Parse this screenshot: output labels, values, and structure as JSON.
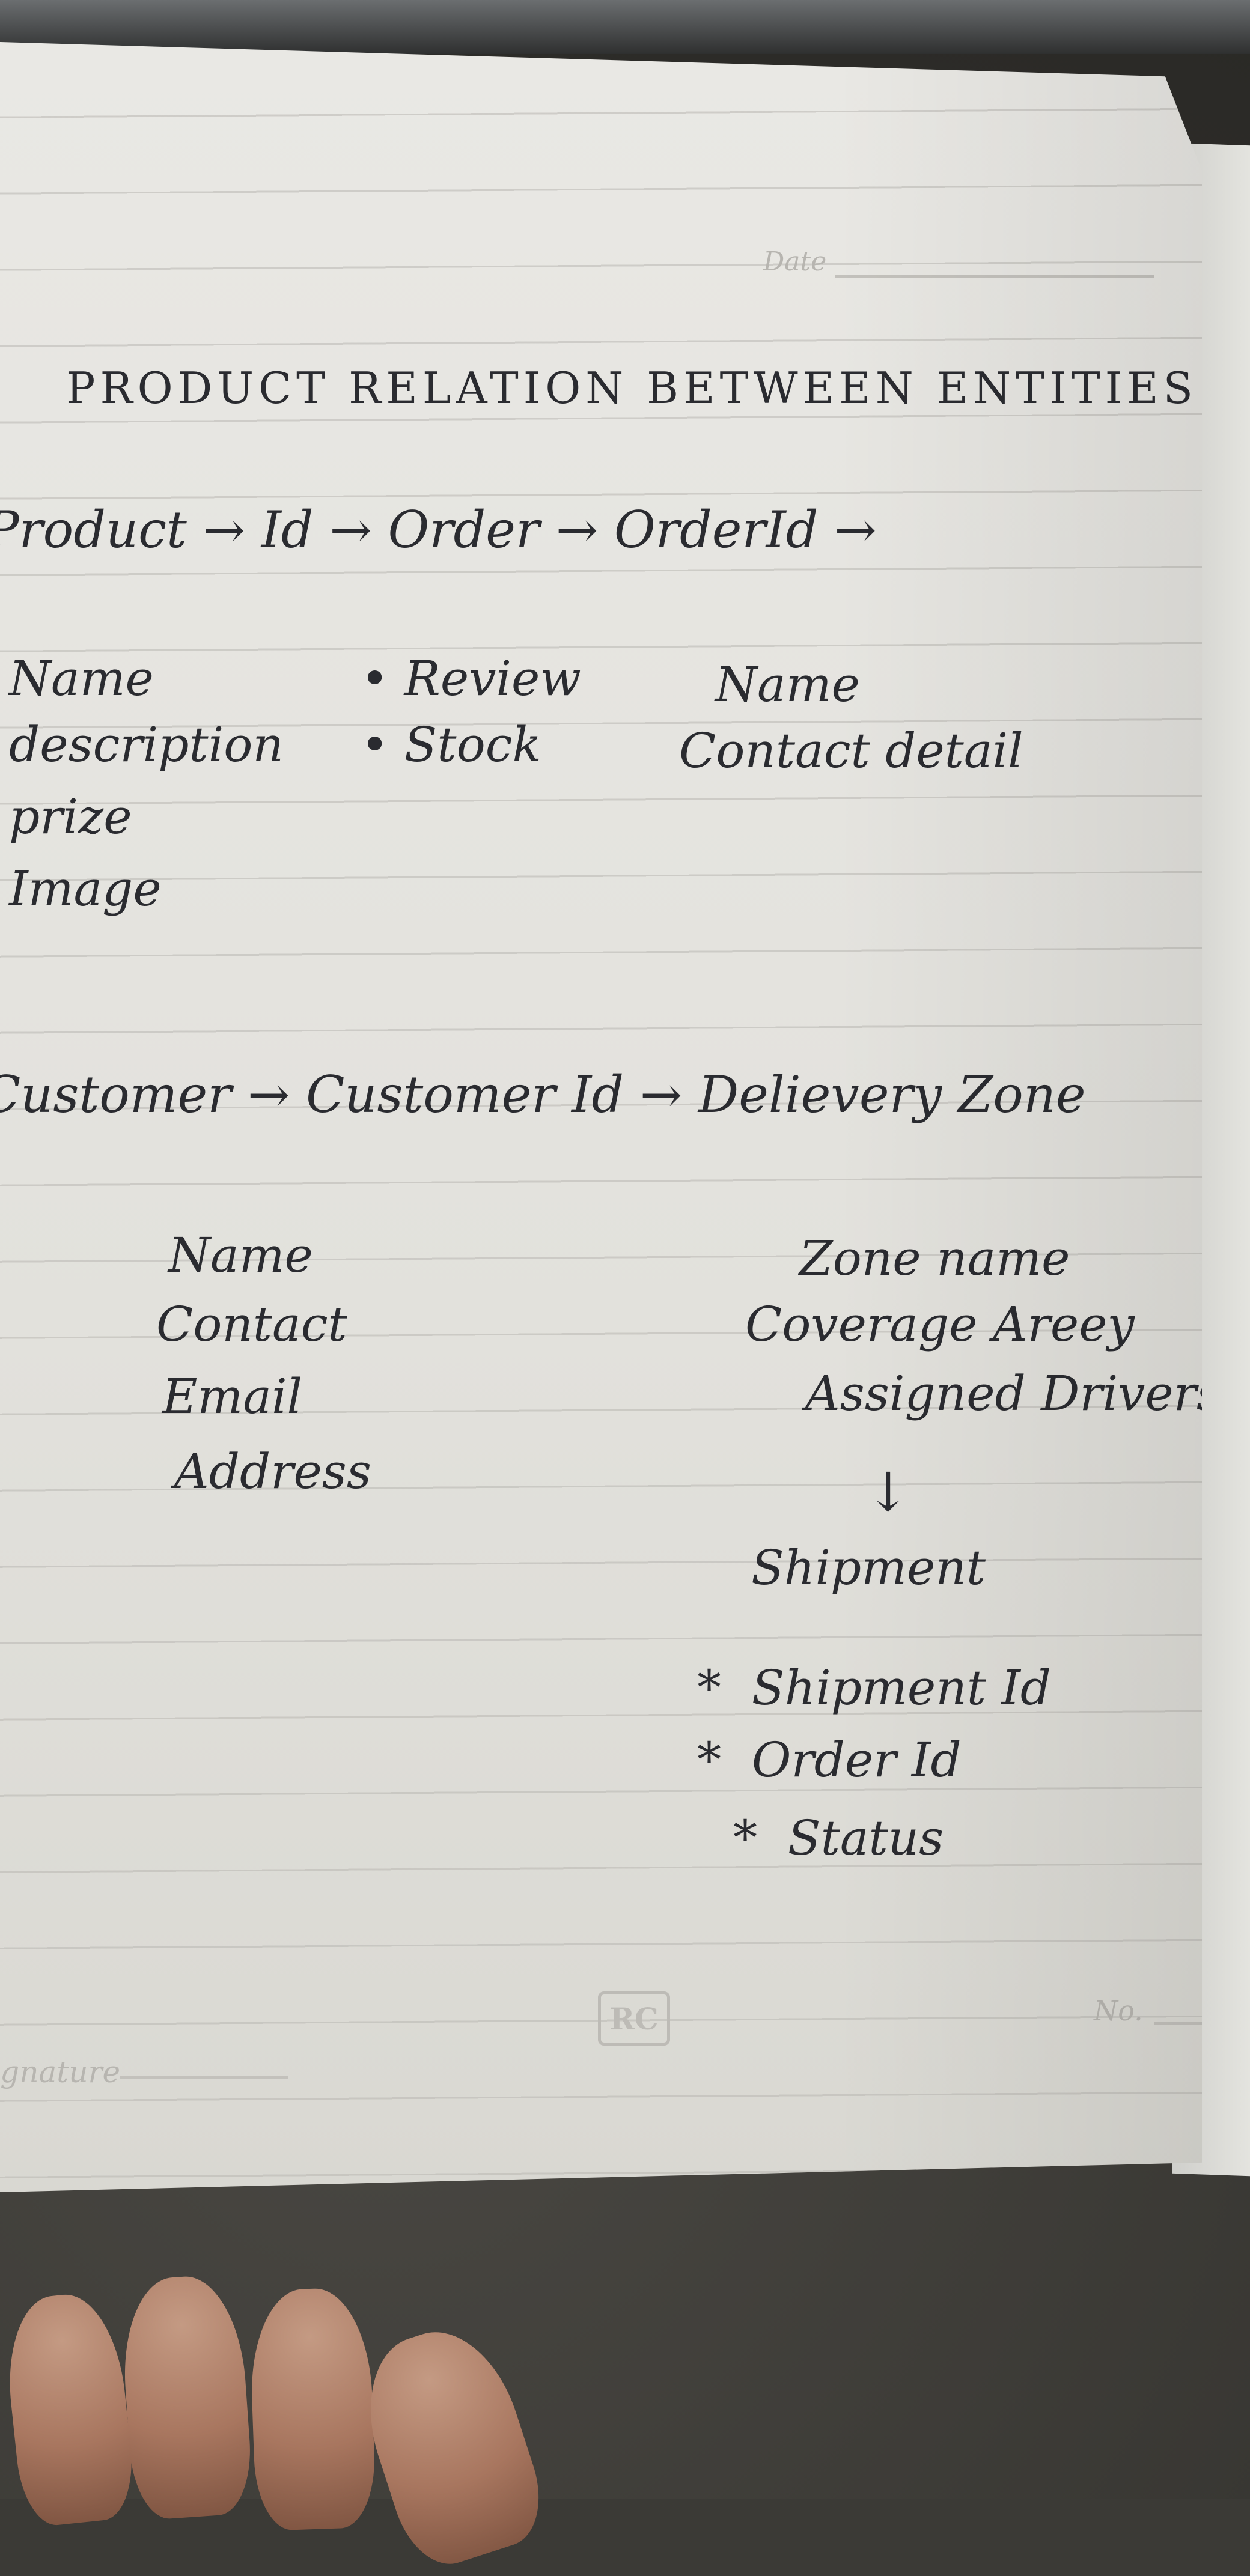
{
  "page": {
    "date_label": "Date",
    "number_label": "No.",
    "signature_label": "Signature",
    "logo_text": "RC"
  },
  "notes": {
    "title": "PRODUCT RELATION BETWEEN ENTITIES:",
    "product_flow": {
      "entity": "Product",
      "steps": [
        "Id",
        "Order",
        "OrderId"
      ]
    },
    "product_fields": [
      "Name",
      "description",
      "prize",
      "Image"
    ],
    "order_fields": [
      "Review",
      "Stock"
    ],
    "order_id_fields": [
      "Name",
      "Contact detail"
    ],
    "customer_flow": {
      "entity": "Customer",
      "steps": [
        "Customer Id",
        "Delievery Zone"
      ]
    },
    "customer_fields": [
      "Name",
      "Contact",
      "Email",
      "Address"
    ],
    "zone_fields": [
      "Zone name",
      "Coverage Areey",
      "Assigned Drivers"
    ],
    "shipment_arrow": "↓",
    "shipment": {
      "title": "Shipment",
      "fields": [
        "Shipment Id",
        "Order Id",
        "Status"
      ]
    }
  }
}
